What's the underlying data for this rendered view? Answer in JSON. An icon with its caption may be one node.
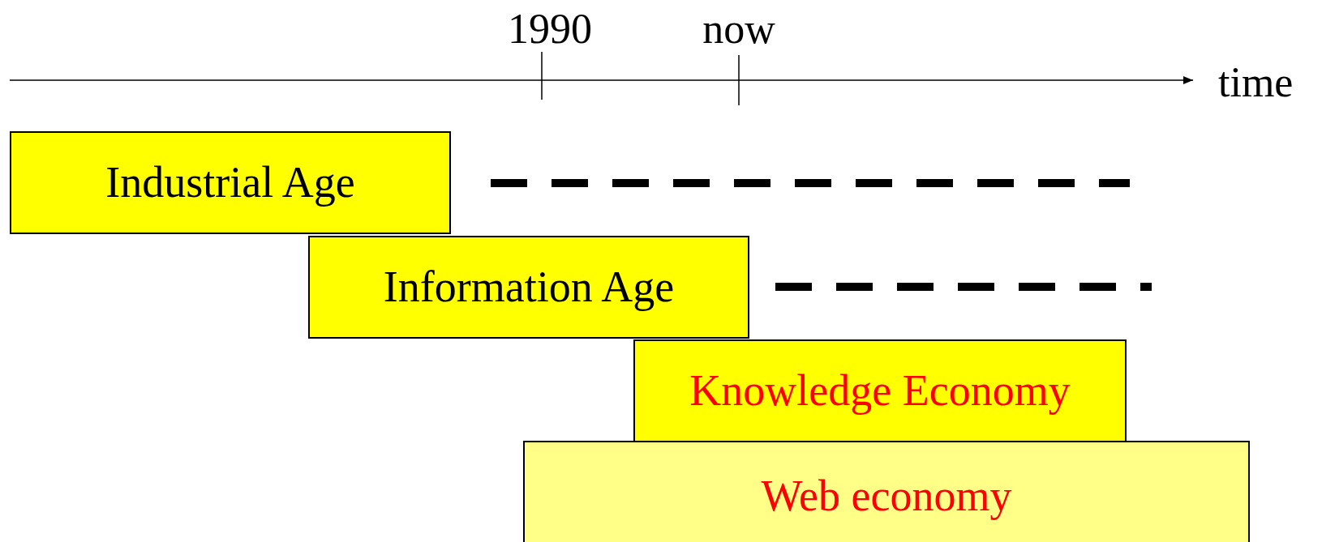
{
  "diagram": {
    "nodes": [
      {
        "text": [
          "Industrial Age"
        ]
      },
      {
        "text": [
          "Information Age"
        ]
      },
      {
        "text": [
          "Knowledge Economy"
        ]
      },
      {
        "text": [
          "Web economy"
        ]
      }
    ],
    "labels": [
      "1990",
      "now",
      "time"
    ]
  }
}
